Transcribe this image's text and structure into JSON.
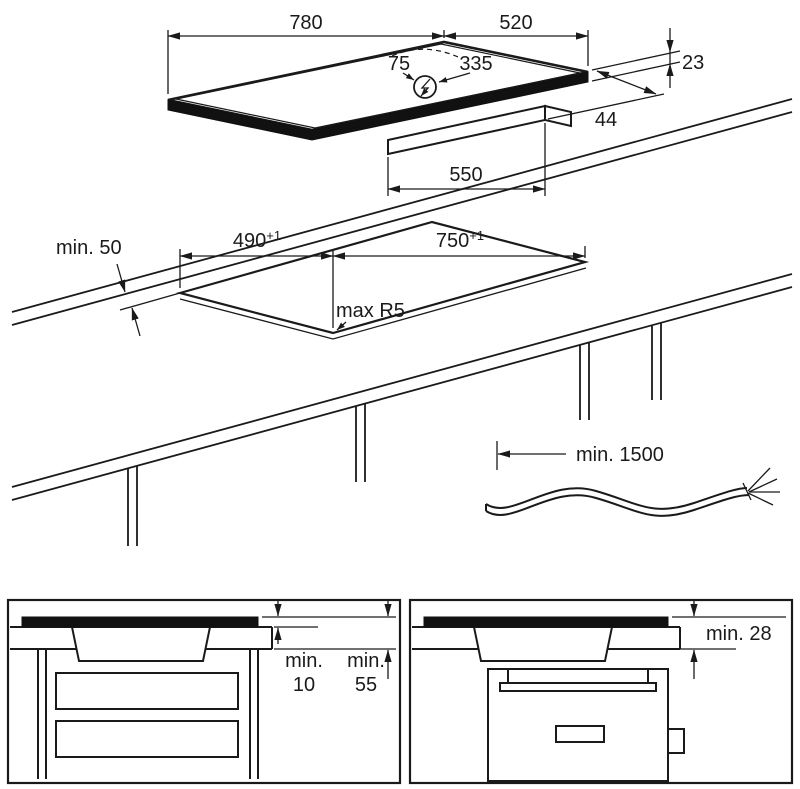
{
  "colors": {
    "ink": "#1a1a1a",
    "background": "#ffffff"
  },
  "hob": {
    "width": "780",
    "depth": "520",
    "terminal_offset_left": "75",
    "terminal_offset_right": "335",
    "edge_thickness": "23",
    "front_overhang": "44",
    "base_width": "550"
  },
  "cutout": {
    "min_wall_clearance": "min. 50",
    "depth": "490",
    "depth_tolerance": "+1",
    "width": "750",
    "width_tolerance": "+1",
    "corner_radius": "max R5"
  },
  "cable": {
    "min_length": "min. 1500"
  },
  "drawer_view": {
    "min_label_1": "min.",
    "value_1": "10",
    "min_label_2": "min.",
    "value_2": "55"
  },
  "oven_view": {
    "clearance": "min. 28"
  }
}
